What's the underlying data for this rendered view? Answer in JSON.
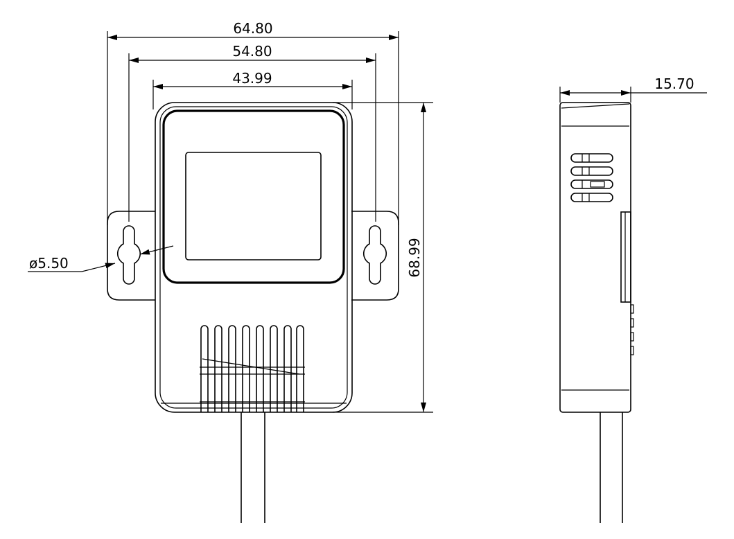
{
  "dimensions": {
    "outer_width": "64.80",
    "hole_spacing": "54.80",
    "body_width": "43.99",
    "height": "68.99",
    "depth": "15.70",
    "hole_diameter": "ø5.50"
  },
  "colors": {
    "line": "#000000",
    "background": "#ffffff"
  }
}
